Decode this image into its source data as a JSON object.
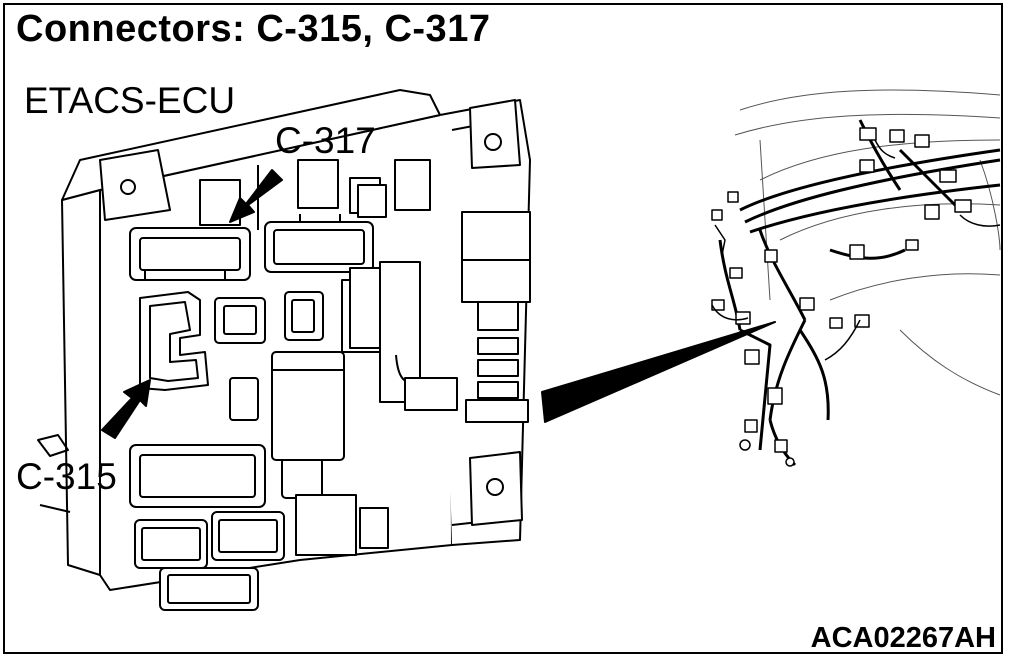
{
  "title": "Connectors: C-315, C-317",
  "labels": {
    "component": "ETACS-ECU",
    "connector_top": "C-317",
    "connector_left": "C-315"
  },
  "figure_code": "ACA02267AH",
  "colors": {
    "line": "#000000",
    "background": "#ffffff"
  }
}
